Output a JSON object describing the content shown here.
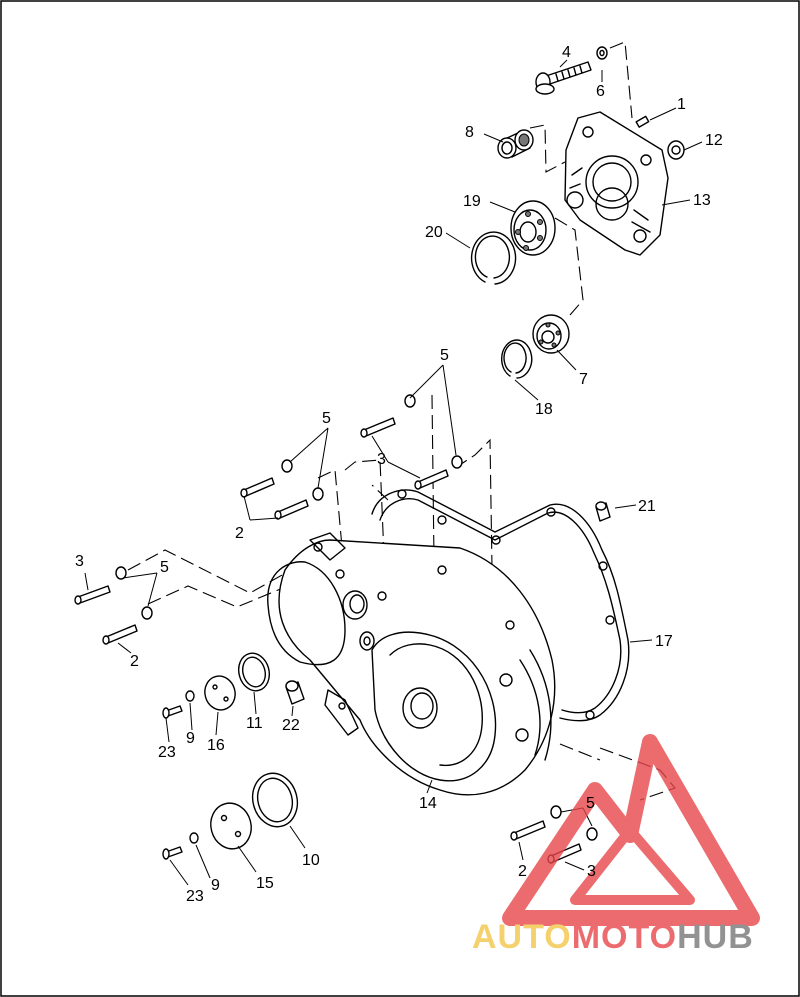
{
  "diagram": {
    "callouts": [
      {
        "id": "c1",
        "label": "1"
      },
      {
        "id": "c4",
        "label": "4"
      },
      {
        "id": "c6",
        "label": "6"
      },
      {
        "id": "c8",
        "label": "8"
      },
      {
        "id": "c12",
        "label": "12"
      },
      {
        "id": "c13",
        "label": "13"
      },
      {
        "id": "c19",
        "label": "19"
      },
      {
        "id": "c20",
        "label": "20"
      },
      {
        "id": "c7",
        "label": "7"
      },
      {
        "id": "c18",
        "label": "18"
      },
      {
        "id": "c5a",
        "label": "5"
      },
      {
        "id": "c5b",
        "label": "5"
      },
      {
        "id": "c3a",
        "label": "3"
      },
      {
        "id": "c2a",
        "label": "2"
      },
      {
        "id": "c21",
        "label": "21"
      },
      {
        "id": "c3b",
        "label": "3"
      },
      {
        "id": "c5c",
        "label": "5"
      },
      {
        "id": "c2b",
        "label": "2"
      },
      {
        "id": "c17",
        "label": "17"
      },
      {
        "id": "c23a",
        "label": "23"
      },
      {
        "id": "c9a",
        "label": "9"
      },
      {
        "id": "c16",
        "label": "16"
      },
      {
        "id": "c11",
        "label": "11"
      },
      {
        "id": "c22",
        "label": "22"
      },
      {
        "id": "c14",
        "label": "14"
      },
      {
        "id": "c5d",
        "label": "5"
      },
      {
        "id": "c10",
        "label": "10"
      },
      {
        "id": "c2c",
        "label": "2"
      },
      {
        "id": "c3c",
        "label": "3"
      },
      {
        "id": "c15",
        "label": "15"
      },
      {
        "id": "c23b",
        "label": "23"
      },
      {
        "id": "c9b",
        "label": "9"
      }
    ]
  },
  "watermark": {
    "part1": "AUTO",
    "part2": "MOTO",
    "part3": "HUB",
    "colors": {
      "gold": "#f3c64a",
      "red": "#e7474a",
      "gray": "#777777"
    }
  }
}
